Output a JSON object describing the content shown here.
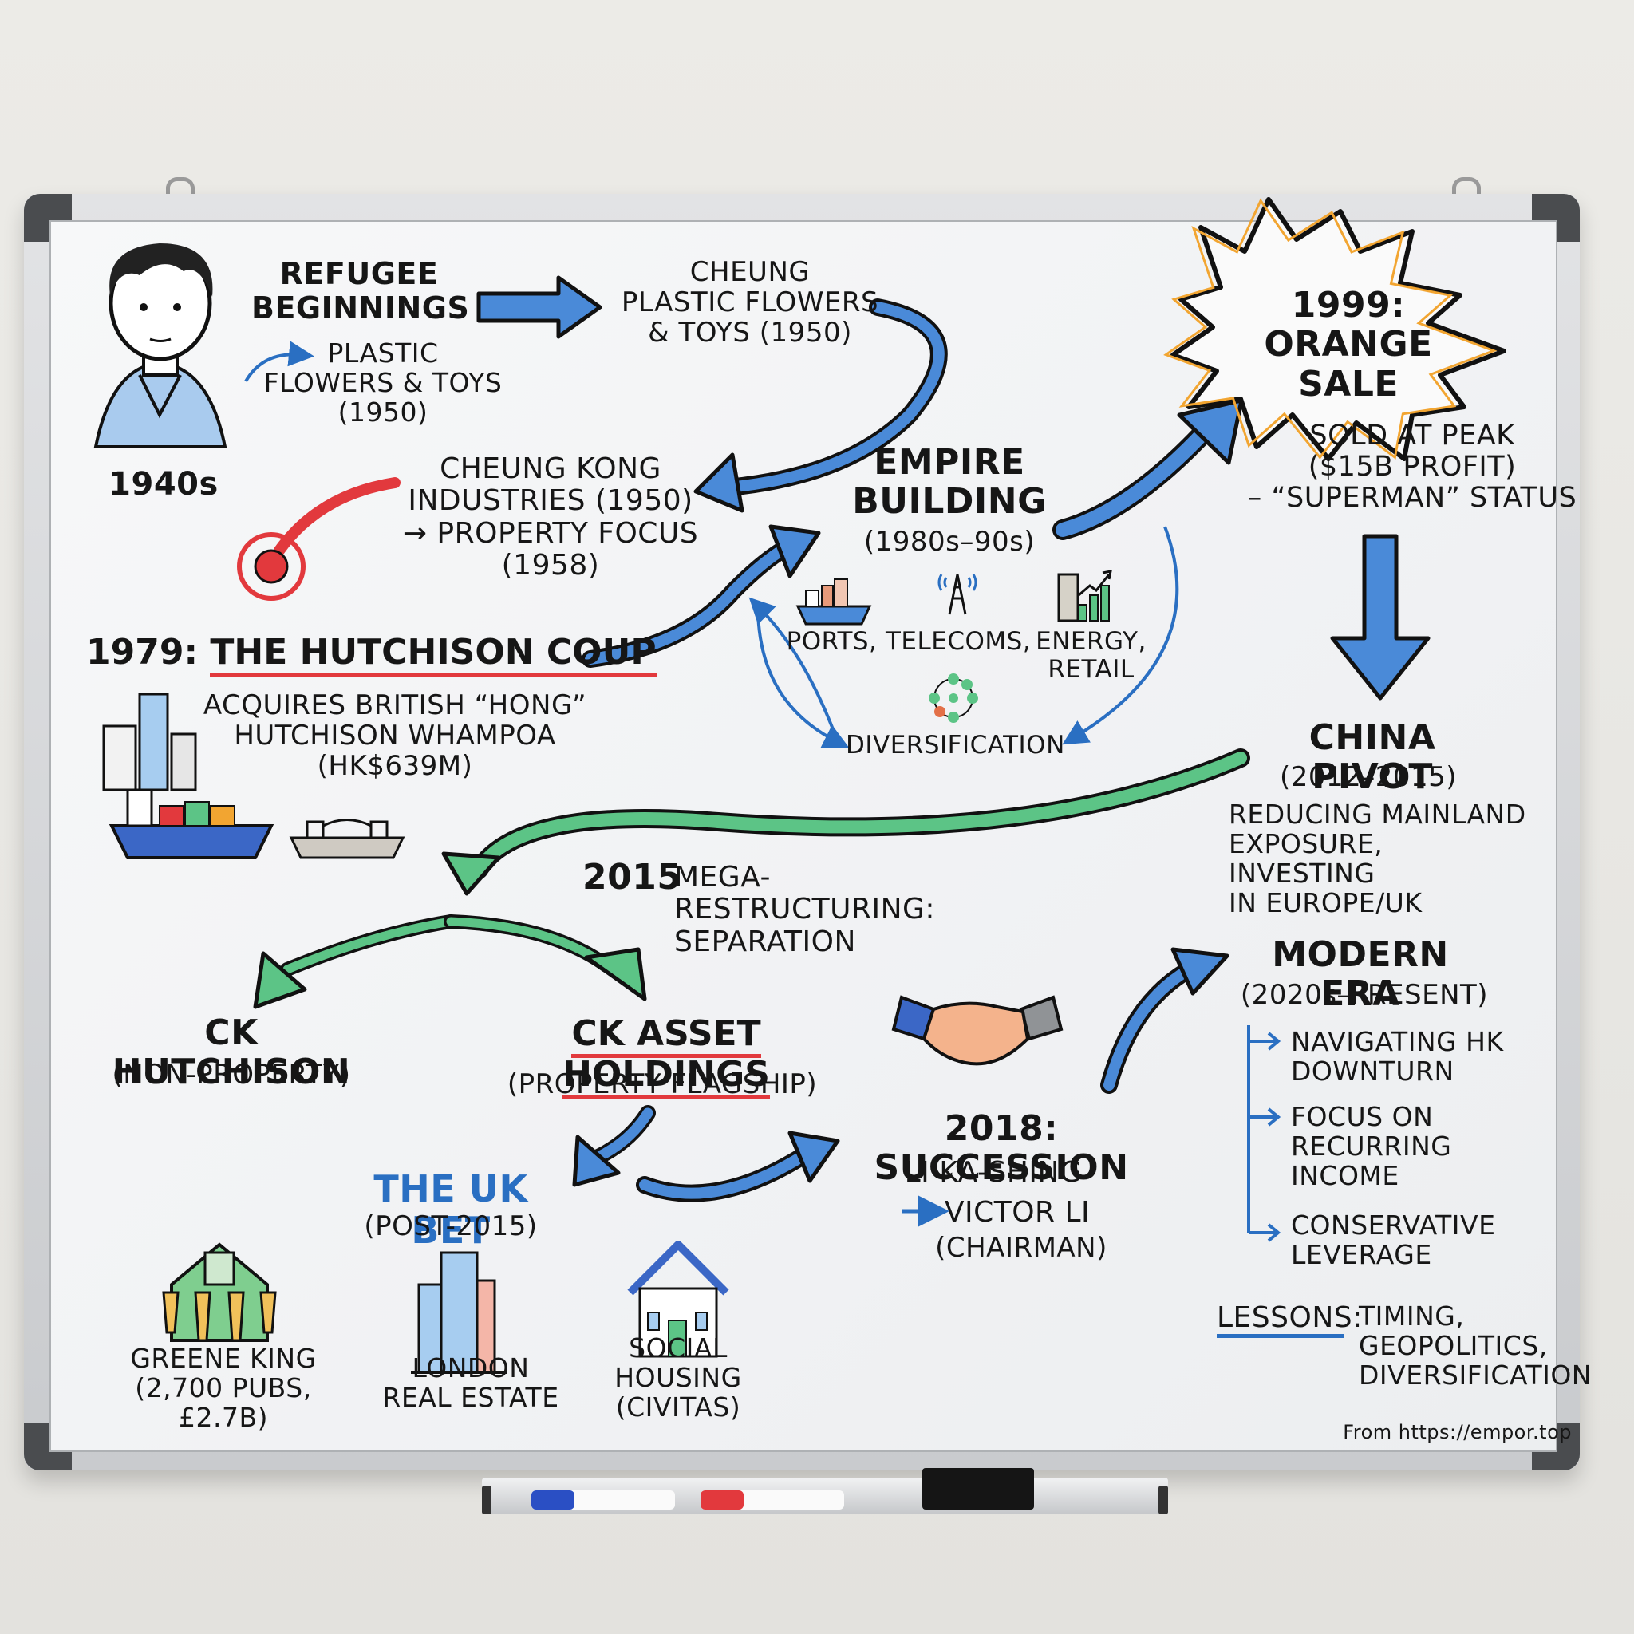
{
  "board": {
    "colors": {
      "arrow_blue": "#4a8ad8",
      "arrow_green": "#5cc486",
      "accent_red": "#e2393d",
      "burst_orange": "#f2a531",
      "ink": "#161616"
    }
  },
  "nodes": {
    "era_1940s": "1940s",
    "refugee_title": "REFUGEE\nBEGINNINGS",
    "refugee_sub": "PLASTIC\nFLOWERS & TOYS\n(1950)",
    "cheung_plastic": "CHEUNG\nPLASTIC FLOWERS\n& TOYS (1950)",
    "cheung_kong": "CHEUNG KONG\nINDUSTRIES (1950)\n→ PROPERTY FOCUS\n(1958)",
    "hutchison_coup_year": "1979:",
    "hutchison_coup_title": "THE HUTCHISON COUP",
    "hutchison_coup_desc": "ACQUIRES BRITISH “HONG”\nHUTCHISON WHAMPOA\n(HK$639M)",
    "empire_title": "EMPIRE\nBUILDING",
    "empire_period": "(1980s–90s)",
    "empire_sectors": [
      "PORTS,",
      "TELECOMS,",
      "ENERGY,\nRETAIL"
    ],
    "diversification": "DIVERSIFICATION",
    "orange_sale": "1999:\nORANGE SALE",
    "orange_desc": "SOLD AT PEAK\n($15B PROFIT)\n– “SUPERMAN” STATUS",
    "china_pivot_title": "CHINA PIVOT",
    "china_pivot_period": "(2012–2015)",
    "china_pivot_desc": "REDUCING MAINLAND\nEXPOSURE, INVESTING\nIN EUROPE/UK",
    "restructuring_year": "2015",
    "restructuring_title": "MEGA-RESTRUCTURING:\nSEPARATION",
    "ck_hutchison": "CK HUTCHISON",
    "ck_hutchison_sub": "(NON-PROPERTY)",
    "ck_asset": "CK ASSET HOLDINGS",
    "ck_asset_sub": "(PROPERTY FLAGSHIP)",
    "uk_bet_title": "THE UK BET",
    "uk_bet_period": "(POST-2015)",
    "uk_assets": [
      {
        "label": "GREENE KING\n(2,700 PUBS, £2.7B)",
        "icon": "pub-icon"
      },
      {
        "label": "LONDON\nREAL ESTATE",
        "icon": "office-buildings-icon"
      },
      {
        "label": "SOCIAL\nHOUSING\n(CIVITAS)",
        "icon": "house-icon"
      }
    ],
    "succession_title": "2018: SUCCESSION",
    "succession_from": "LI KA-SHING",
    "succession_to": "VICTOR LI",
    "succession_role": "(CHAIRMAN)",
    "modern_title": "MODERN ERA",
    "modern_period": "(2020s–PRESENT)",
    "modern_points": [
      "NAVIGATING HK\nDOWNTURN",
      "FOCUS ON\nRECURRING\nINCOME",
      "CONSERVATIVE\nLEVERAGE"
    ],
    "lessons_label": "LESSONS:",
    "lessons_text": "TIMING,\nGEOPOLITICS,\nDIVERSIFICATION",
    "source": "From https://empor.top"
  }
}
